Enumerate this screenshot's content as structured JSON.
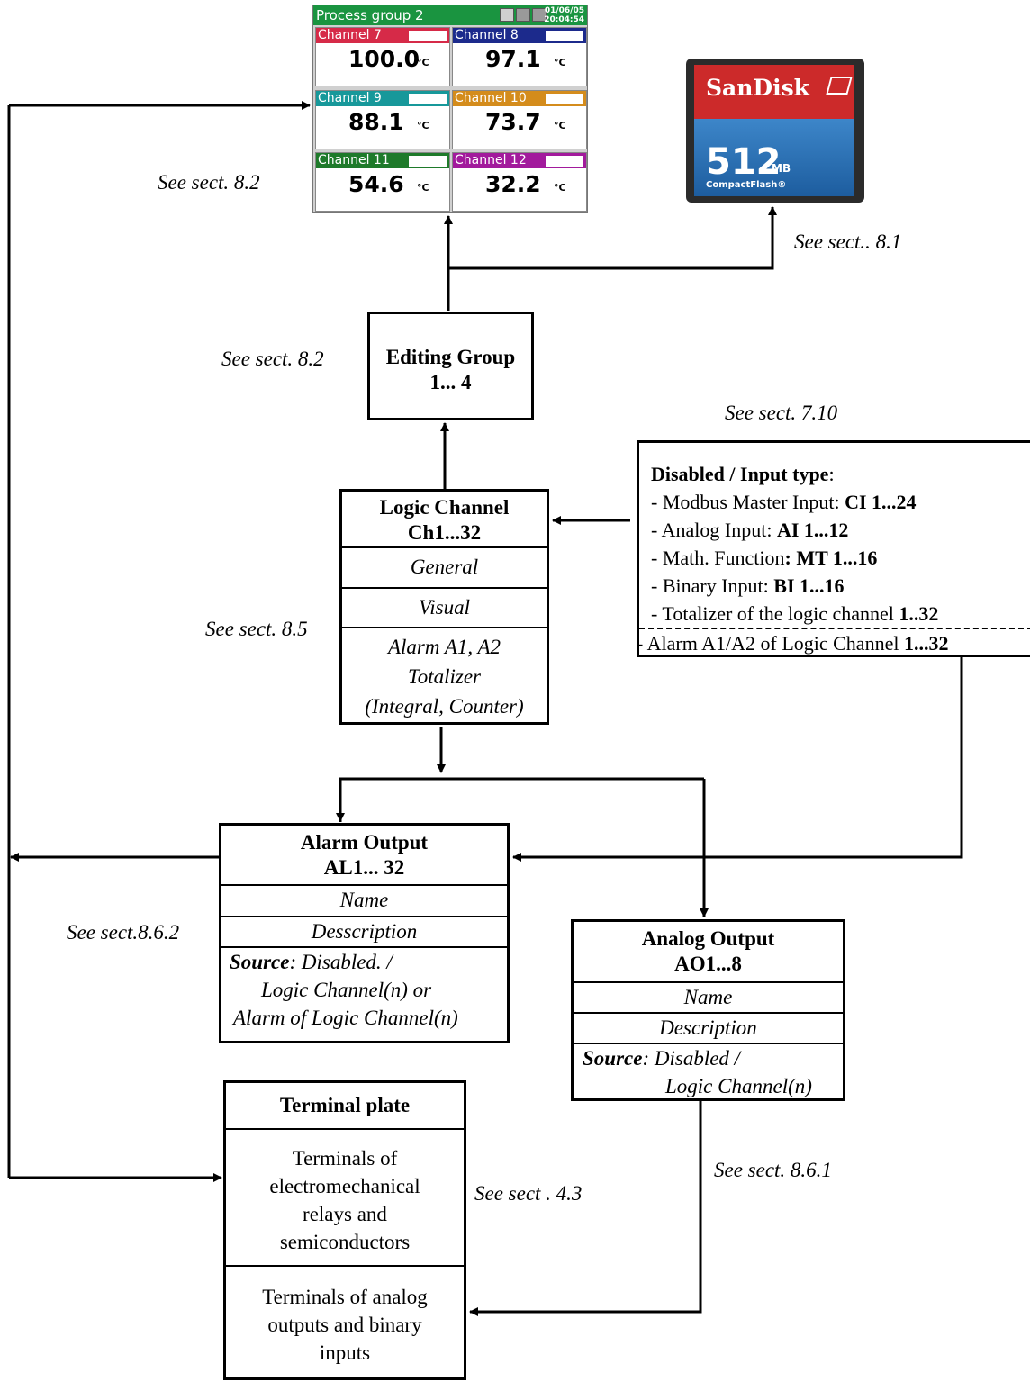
{
  "screen": {
    "title": "Process group 2",
    "date": "01/06/05",
    "time": "20:04:54",
    "tiles": [
      {
        "channel": "Channel 7",
        "value": "100.0",
        "unit": "°C",
        "color": "#d62a48"
      },
      {
        "channel": "Channel 8",
        "value": "97.1",
        "unit": "°C",
        "color": "#1c2a8c"
      },
      {
        "channel": "Channel 9",
        "value": "88.1",
        "unit": "°C",
        "color": "#17989a"
      },
      {
        "channel": "Channel 10",
        "value": "73.7",
        "unit": "°C",
        "color": "#d48c1c"
      },
      {
        "channel": "Channel 11",
        "value": "54.6",
        "unit": "°C",
        "color": "#1e7a2a"
      },
      {
        "channel": "Channel 12",
        "value": "32.2",
        "unit": "°C",
        "color": "#a21a9c"
      }
    ]
  },
  "card": {
    "brand": "SanDisk",
    "capacity": "512",
    "capacity_unit": "MB",
    "type": "CompactFlash®"
  },
  "refs": {
    "cf": "See sect.. 8.1",
    "screen": "See sect. 8.2",
    "editing": "See sect. 8.2",
    "inputs": "See sect. 7.10",
    "logic": "See sect. 8.5",
    "alarm": "See sect.8.6.2",
    "terminal": "See sect . 4.3",
    "analog": "See sect. 8.6.1"
  },
  "editing_group": {
    "line1": "Editing Group",
    "line2": "1... 4"
  },
  "logic_channel": {
    "title1": "Logic Channel",
    "title2": "Ch1...32",
    "general": "General",
    "visual": "Visual",
    "alarm": "Alarm A1, A2",
    "totalizer": "Totalizer",
    "integral": "(Integral, Counter)"
  },
  "input_types": {
    "heading_bold": "Disabled / Input type",
    "heading_colon": ":",
    "items": [
      {
        "prefix": "- Modbus Master Input: ",
        "bold": "CI 1...24"
      },
      {
        "prefix": "- Analog Input:   ",
        "bold": "AI 1...12"
      },
      {
        "prefix": "- Math. Function",
        "bold": ": MT 1...16"
      },
      {
        "prefix": "- Binary Input: ",
        "bold": "BI 1...16"
      },
      {
        "prefix": "- Totalizer of the logic channel ",
        "bold": "1..32"
      }
    ],
    "alarm_line": {
      "prefix": "- Alarm A1/A2 of Logic Channel ",
      "bold": "1...32"
    }
  },
  "alarm_output": {
    "title1": "Alarm Output",
    "title2": "AL1... 32",
    "name": "Name",
    "description": "Desscription",
    "source_label": "Source",
    "source_1": ": Disabled. /",
    "source_2": "Logic Channel(n) or",
    "source_3": "Alarm of Logic Channel(n)"
  },
  "analog_output": {
    "title1": "Analog Output",
    "title2": "AO1...8",
    "name": "Name",
    "description": "Description",
    "source_label": "Source",
    "source_1": ": Disabled /",
    "source_2": "Logic Channel(n)"
  },
  "terminal_plate": {
    "title": "Terminal plate",
    "relays": [
      "Terminals of",
      "electromechanical",
      "relays and",
      "semiconductors"
    ],
    "analog": [
      "Terminals of analog",
      "outputs and binary",
      "inputs"
    ]
  }
}
